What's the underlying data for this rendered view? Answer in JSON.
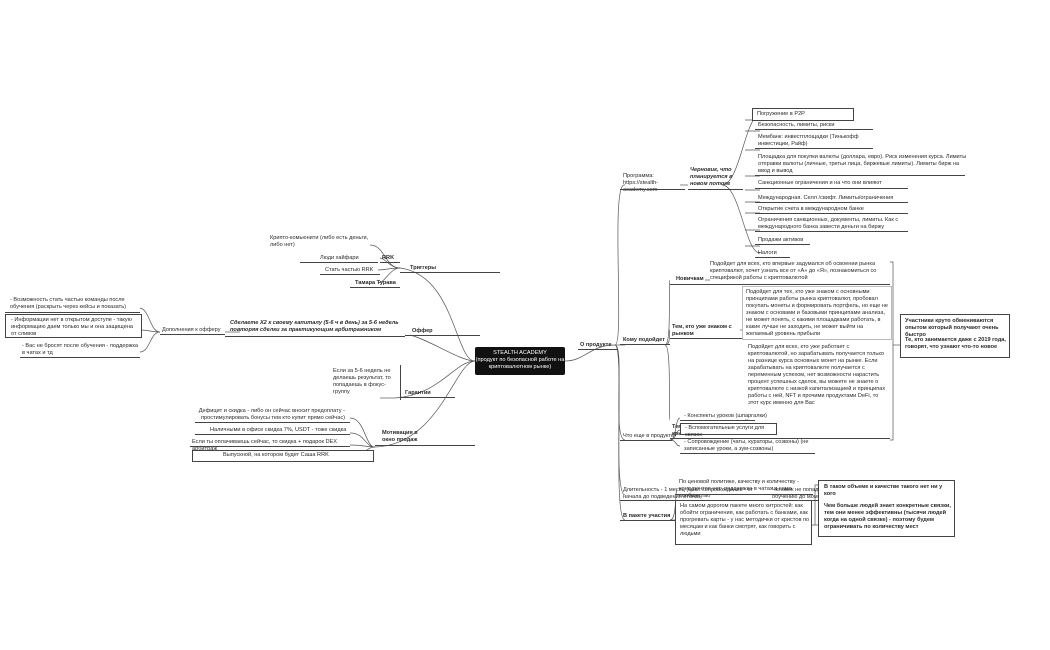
{
  "central": {
    "title": "STEALTH ACADEMY",
    "subtitle": "(продукт по безопасной работе на криптовалютном рынке)"
  },
  "left": {
    "triggers": {
      "label": "Триггеры",
      "rrk": "RRK",
      "crypto_community": "Крипто-комьюнити (либо есть деньги, либо нет)",
      "people_hype": "Люди хайфари",
      "rrk_part": "Стать частью RRK",
      "tamara": "Тамара Турава"
    },
    "offer": {
      "label": "Оффер",
      "main_text": "Сделаете Х2 к своему капиталу (5-6 ч в день) за 5-6 недель повторяя сделки за практикующим арбитражником",
      "additions_label": "Дополнения к офферу",
      "add1": "- Возможность стать частью команды после обучения (раскрыть через кейсы и показать)",
      "add2": "- Информации нет в открытом доступе - такую информацию даем только мы и она защищена от сливов",
      "add3": "- Вас не бросят после обучения - поддержка в чатах и тд"
    },
    "guarantees": {
      "label": "Гарантии",
      "text": "Если за 5-6 недель не делаешь результат, то попадаешь в фокус-группу"
    },
    "motivation": {
      "label": "Мотивация в окно продаж",
      "item1": "Дефицит и скидка - либо он сейчас вносит предоплату - простимулировать бонусы тем кто купит прямо сейчас)",
      "item2": "Наличными в офисе скидка 7%, USDT - тоже скидка",
      "item3": "Если ты оплачиваешь сейчас, то скидка + подарок DEX арбитраж",
      "item4": "Выпускной, на котором будет Саша RRK"
    }
  },
  "right": {
    "about_product": "О продукте",
    "program": {
      "label": "Программа: https://stealth-academy.com",
      "draft": "Черновик, что планируется в новом потоке",
      "items": [
        "Погружение в P2P",
        "Безопасность, лимиты, риски",
        "Мембанк: инвестплощадки (Тинькофф инвестиции, Райф)",
        "Площадка для покупки валюты (доллара, евро). Риск изменения курса. Лимиты отправки валюты (личные, третьи лица, биржевые лимиты). Лимиты бирж на ввод и вывод",
        "Санкционные ограничения и на что они влияют",
        "Международная. Селл /свифт. Лимиты/ограничения",
        "Открытие счета в международном банке",
        "Ограничения санкционных, документы, лимиты. Как с международного банка завести деньги на биржу",
        "Продажи активов",
        "Налоги"
      ]
    },
    "audience": {
      "label": "Кому подойдет",
      "novices_label": "Новичкам",
      "novices_text": "Подойдет для всех, кто впервые задумался об освоении рынка криптовалют, хочет узнать все от «А» до «Я», познакомиться со спецификой работы с криптовалютой",
      "basics_label": "Тем, кто уже знаком с рынком",
      "basics_text": "Подойдет для тех, кто уже знаком с основными принципами работы рынка криптовалют, пробовал покупать монеты и формировать портфель, но еще не знаком с основами и базовыми принципами анализа, не может понять, с какими площадками работать, в какие лучше не заходить, не может выйти на желаемый уровень прибыли",
      "working_label": "Тем, кто уже работает с криптовалютой",
      "working_text": "Подойдет для всех, кто уже работает с криптовалютой, но зарабатывать получается только на разнице курса основных монет на рынке. Если зарабатывать на криптовалюте получается с переменным успехом, нет возможности нарастить процент успешных сделок, вы можете не знаете о криптовалюте с низкой капитализацией и принципах работы с ней, NFT и прочими продуктами DeFi, то этот курс именно для Вас",
      "note1": "Участники круто обмениваются опытом который получают очень быстро",
      "note2": "Те, кто занимается даже с 2019 года, говорят, что узнают что-то новое"
    },
    "extras": {
      "label": "Что еще в продукте",
      "item1": "- Конспекты уроков (шпаргалки)",
      "item2": "- Вспомогательные услуги для связок",
      "item3": "- Сопровождение (чаты, кураторы, созвоны) (не записанные уроки, а зум-созвоны)"
    },
    "duration": {
      "text": "Длительность - 1 месяц (цикл сопровождения - от начала до подведения итогов)",
      "note": "Человек не попадает в чат и не получает доступ к обучению до момента подписания договора"
    },
    "in_package": {
      "label": "В пакете участия",
      "item1": "По ценовой политике, качеству и количеству - конкурентов нет: поддержка в чатах и само сообщество",
      "item2": "На самом дорогом пакете много хитростей: как обойти ограничения, как работать с банками, как прогревать карты - у нас методички от кристов по месяцам и как банки смотрят, как говорить с людьми",
      "note1": "В таком объеме и качестве такого нет ни у кого",
      "note2": "Чем больше людей знает конкретные связки, тем они менее эффективны (тысячи людей когда на одной связке) - поэтому будем ограничивать по количеству мест"
    }
  }
}
